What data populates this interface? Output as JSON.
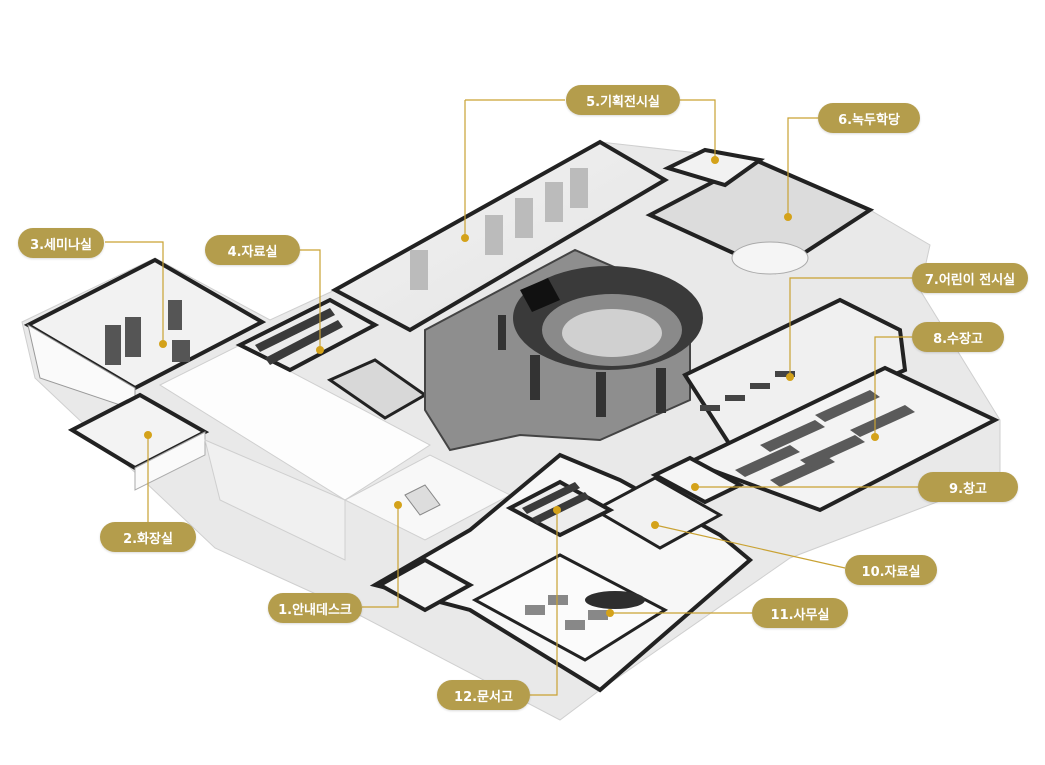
{
  "accent_color": "#b49d4c",
  "dot_color": "#d4a21a",
  "labels": {
    "l1": "1.안내데스크",
    "l2": "2.화장실",
    "l3": "3.세미나실",
    "l4": "4.자료실",
    "l5": "5.기획전시실",
    "l6": "6.녹두학당",
    "l7": "7.어린이 전시실",
    "l8": "8.수장고",
    "l9": "9.창고",
    "l10": "10.자료실",
    "l11": "11.사무실",
    "l12": "12.문서고"
  }
}
